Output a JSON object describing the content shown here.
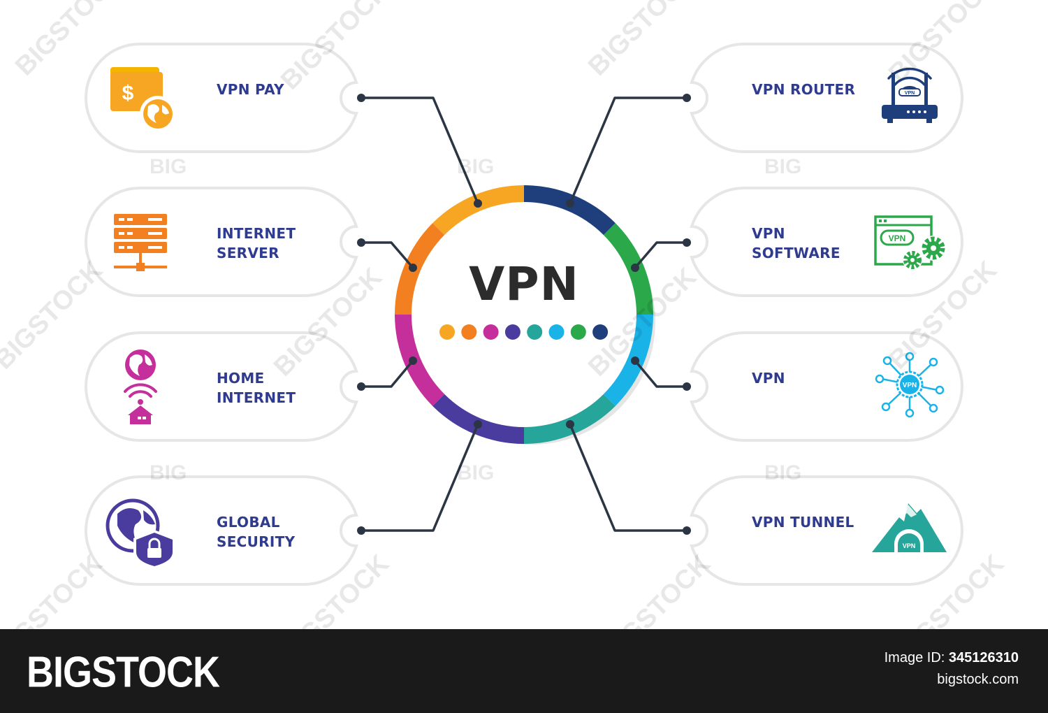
{
  "center": {
    "title": "VPN"
  },
  "ring_colors": [
    "#f6a623",
    "#f38020",
    "#c42f9c",
    "#4a3c9e",
    "#26a69a",
    "#1ab3e8",
    "#2aa84a",
    "#1f3f7c"
  ],
  "dot_colors": [
    "#f6a623",
    "#f38020",
    "#c42f9c",
    "#4a3c9e",
    "#26a69a",
    "#1ab3e8",
    "#2aa84a",
    "#1f3f7c"
  ],
  "items": [
    {
      "label": "VPN PAY",
      "icon": "wallet-globe-icon",
      "color": "#f6a623"
    },
    {
      "label": "INTERNET\nSERVER",
      "icon": "server-rack-icon",
      "color": "#f38020"
    },
    {
      "label": "HOME\nINTERNET",
      "icon": "home-wifi-globe-icon",
      "color": "#c42f9c"
    },
    {
      "label": "GLOBAL\nSECURITY",
      "icon": "globe-shield-lock-icon",
      "color": "#4a3c9e"
    },
    {
      "label": "VPN ROUTER",
      "icon": "router-icon",
      "color": "#1f3f7c"
    },
    {
      "label": "VPN\nSOFTWARE",
      "icon": "software-gears-icon",
      "color": "#2aa84a"
    },
    {
      "label": "VPN",
      "icon": "network-hub-icon",
      "color": "#1ab3e8"
    },
    {
      "label": "VPN TUNNEL",
      "icon": "mountain-tunnel-icon",
      "color": "#26a69a"
    }
  ],
  "watermark": {
    "brand": "BIGSTOCK",
    "short": "BIG"
  },
  "footer": {
    "logo": "BIGSTOCK",
    "image_id_label": "Image ID:",
    "image_id": "345126310",
    "url": "bigstock.com"
  }
}
